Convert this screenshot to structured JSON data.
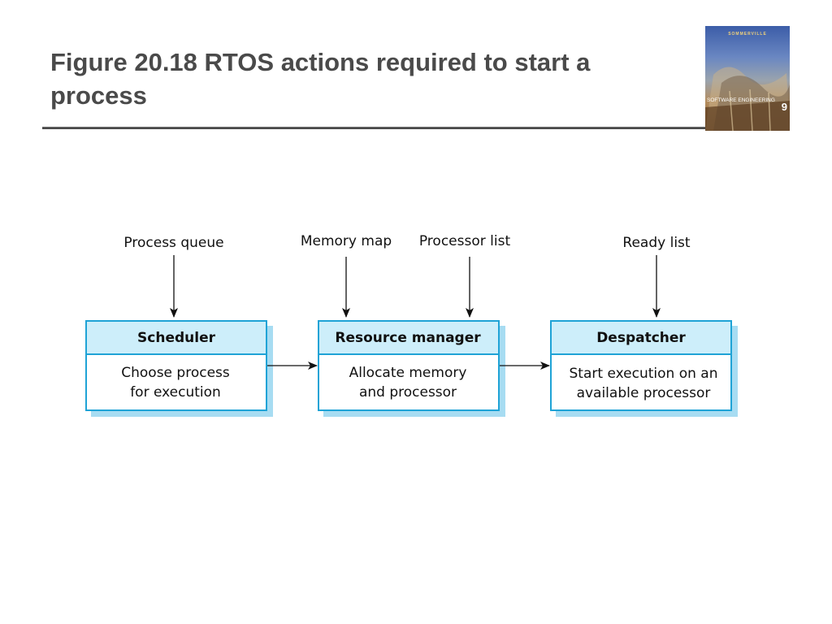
{
  "slide": {
    "title": "Figure 20.18 RTOS actions required to start a process"
  },
  "book_cover": {
    "author": "SOMMERVILLE",
    "title": "SOFTWARE ENGINEERING",
    "edition": "9"
  },
  "inputs": {
    "process_queue": "Process queue",
    "memory_map": "Memory map",
    "processor_list": "Processor list",
    "ready_list": "Ready list"
  },
  "boxes": {
    "scheduler": {
      "header": "Scheduler",
      "line1": "Choose process",
      "line2": "for execution"
    },
    "resource_manager": {
      "header": "Resource manager",
      "line1": "Allocate memory",
      "line2": "and processor"
    },
    "despatcher": {
      "header": "Despatcher",
      "line1": "Start execution on an",
      "line2": "available processor"
    }
  },
  "colors": {
    "box_border": "#1fa3d6",
    "box_header_fill": "#cdeefa",
    "box_shadow": "#a7dcf2",
    "title_text": "#4a4a4a"
  }
}
